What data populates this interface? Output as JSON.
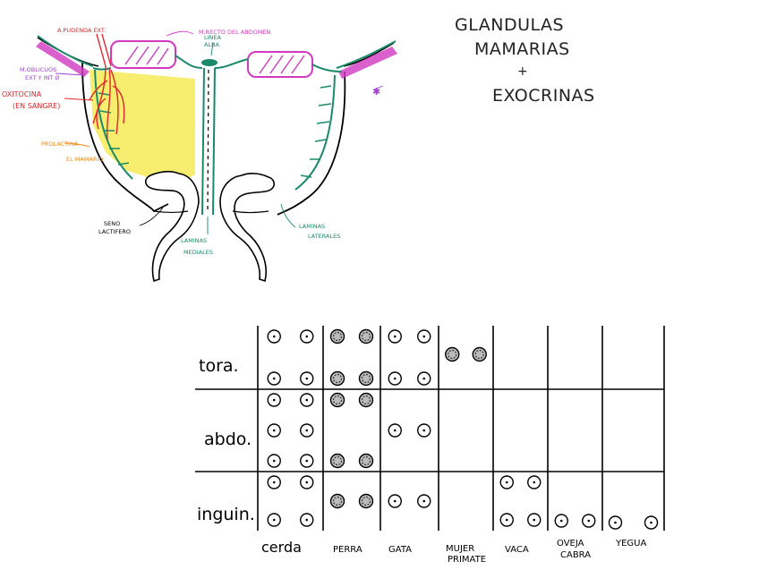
{
  "title": {
    "line1": "GLANDULAS",
    "line2": "MAMARIAS",
    "line3": "+",
    "line4": "EXOCRINAS"
  },
  "diagram": {
    "labels": {
      "arteria": "A.PUDENDA EXT.",
      "m_oblicuos_1": "M.OBLICUOS",
      "m_oblicuos_2": "EXT Y INT Ø",
      "oxitocina_1": "OXITOCINA",
      "oxitocina_2": "(EN SANGRE)",
      "prolactina_1": "PROLACTINA",
      "prolactina_2": "EL MAMARIO",
      "recto_abdomen": "M.RECTO DEL ABDOMEN",
      "linea_alba_1": "LINEA",
      "linea_alba_2": "ALBA",
      "seno_1": "SENO",
      "seno_2": "LACTIFERO",
      "laminas_mediales_1": "LAMINAS",
      "laminas_mediales_2": "MEDIALES",
      "laminas_laterales_1": "LAMINAS",
      "laminas_laterales_2": "LATERALES"
    },
    "colors": {
      "outline": "#000000",
      "green": "#1a8a6a",
      "magenta": "#d13ac0",
      "yellow": "#f4e64a",
      "red": "#e0262a",
      "orange": "#f08a1a",
      "purple": "#a040d0"
    }
  },
  "table": {
    "rows": [
      "tora.",
      "abdo.",
      "inguin."
    ],
    "columns": [
      "cerda",
      "PERRA",
      "GATA",
      "MUJER PRIMATE",
      "VACA",
      "OVEJA CABRA",
      "YEGUA"
    ],
    "column_lines": [
      [
        "cerda"
      ],
      [
        "PERRA"
      ],
      [
        "GATA"
      ],
      [
        "MUJER",
        "PRIMATE"
      ],
      [
        "VACA"
      ],
      [
        "OVEJA",
        "CABRA"
      ],
      [
        "YEGUA"
      ]
    ],
    "teats": {
      "cerda": {
        "tora.": 4,
        "abdo.": 6,
        "inguin.": 4
      },
      "PERRA": {
        "tora.": 4,
        "abdo.": 4,
        "inguin.": 2
      },
      "GATA": {
        "tora.": 4,
        "abdo.": 2,
        "inguin.": 2
      },
      "MUJER PRIMATE": {
        "tora.": 2,
        "abdo.": 0,
        "inguin.": 0
      },
      "VACA": {
        "tora.": 0,
        "abdo.": 0,
        "inguin.": 4
      },
      "OVEJA CABRA": {
        "tora.": 0,
        "abdo.": 0,
        "inguin.": 2
      },
      "YEGUA": {
        "tora.": 0,
        "abdo.": 0,
        "inguin.": 2
      }
    }
  }
}
